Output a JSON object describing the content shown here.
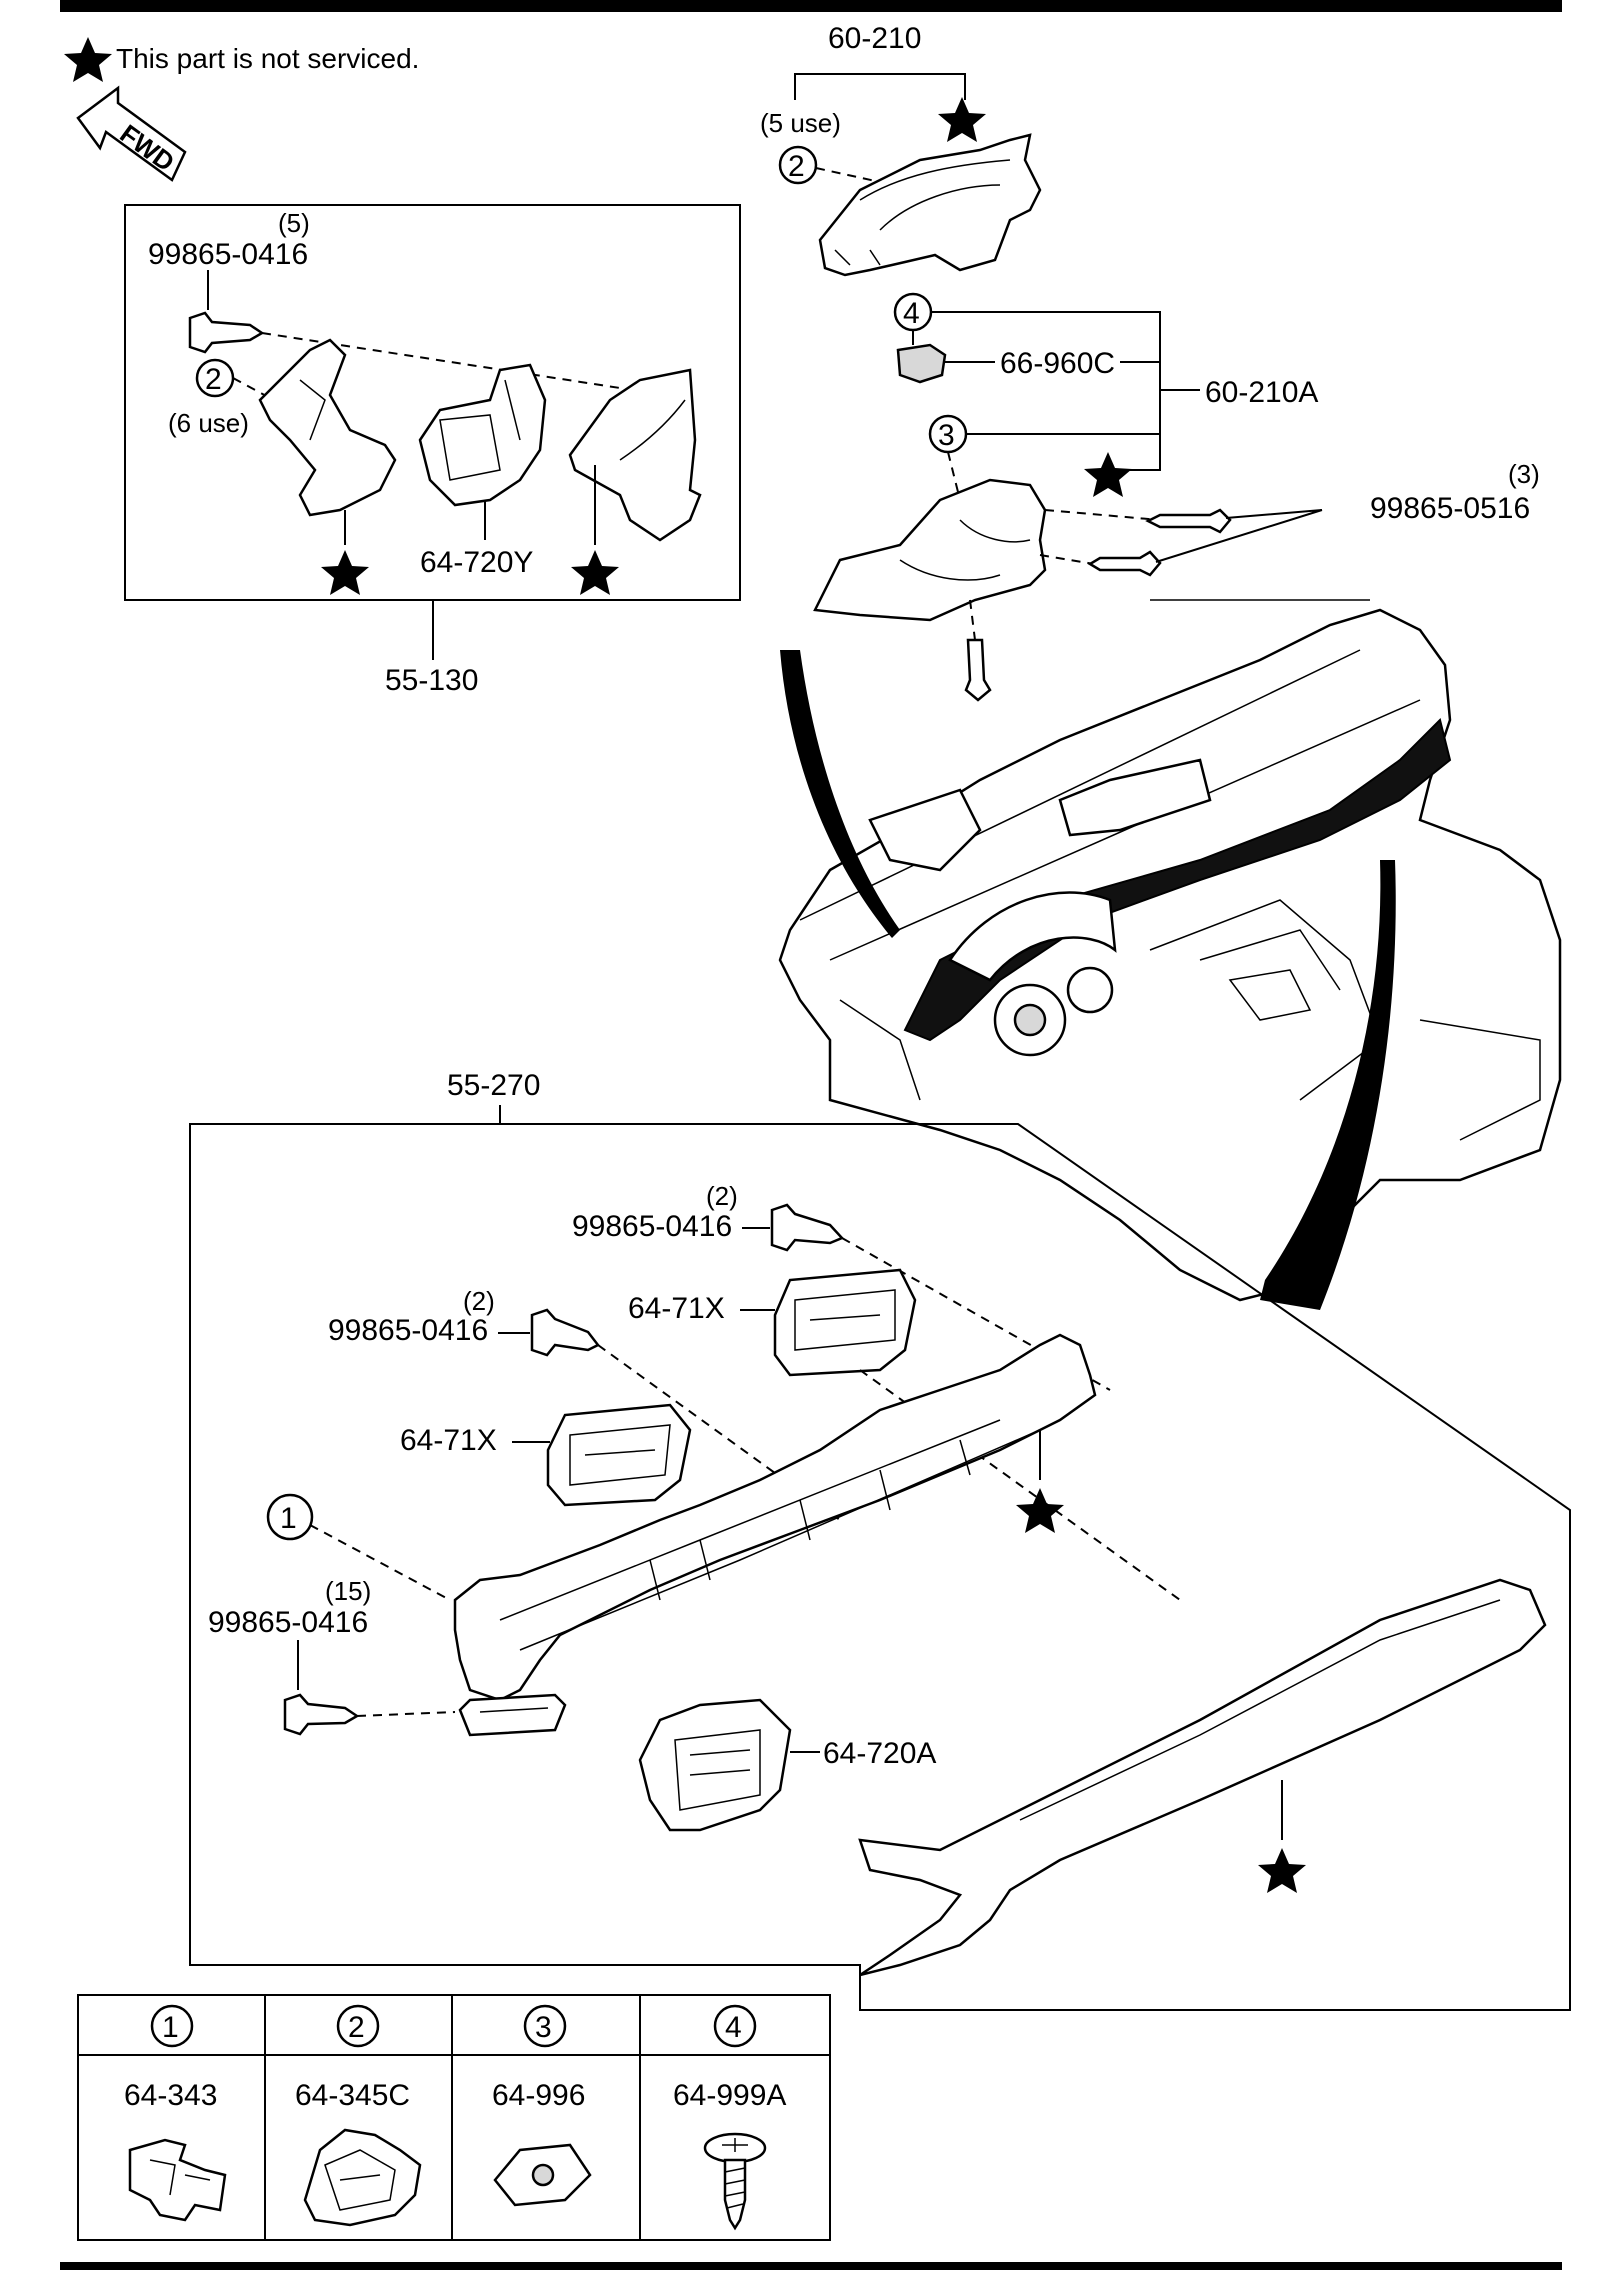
{
  "note": {
    "text": "This part is not serviced."
  },
  "fwd_label": "FWD",
  "groups": {
    "g_60_210": {
      "code": "60-210",
      "qty": "(5 use)",
      "ref": "2"
    },
    "g_60_210a": {
      "code": "60-210A",
      "ref_top": "4",
      "ref_bottom": "3",
      "part": "66-960C"
    },
    "g_55_130": {
      "code": "55-130",
      "bolt_qty": "(5)",
      "bolt": "99865-0416",
      "ref": "2",
      "ref_qty": "(6 use)",
      "part": "64-720Y"
    },
    "g_55_270": {
      "code": "55-270"
    },
    "bolt_0516": {
      "qty": "(3)",
      "code": "99865-0516"
    }
  },
  "lower": {
    "bolt_a": {
      "qty": "(2)",
      "code": "99865-0416"
    },
    "bolt_b": {
      "qty": "(2)",
      "code": "99865-0416"
    },
    "bolt_c": {
      "qty": "(15)",
      "code": "99865-0416"
    },
    "vent_upper": "64-71X",
    "vent_lower": "64-71X",
    "vent_side": "64-720A",
    "ref": "1"
  },
  "legend": [
    {
      "num": "1",
      "code": "64-343",
      "icon": "clip-icon"
    },
    {
      "num": "2",
      "code": "64-345C",
      "icon": "retainer-icon"
    },
    {
      "num": "3",
      "code": "64-996",
      "icon": "nut-icon"
    },
    {
      "num": "4",
      "code": "64-999A",
      "icon": "screw-icon"
    }
  ],
  "colors": {
    "ink": "#000000",
    "paper": "#ffffff"
  }
}
